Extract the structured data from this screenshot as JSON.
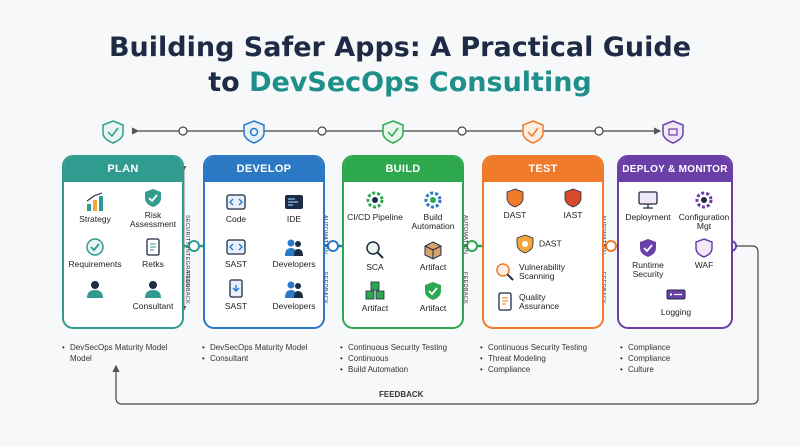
{
  "title": {
    "line1": "Building Safer Apps: A Practical Guide",
    "line2_prefix": "to ",
    "line2_accent": "DevSecOps Consulting"
  },
  "colors": {
    "plan": "#2f9c8f",
    "develop": "#2b79c4",
    "build": "#2ea84f",
    "test": "#ef7a2a",
    "deploy": "#6b3fa8",
    "navy": "#1d2b45"
  },
  "stages": [
    {
      "label": "PLAN",
      "items": [
        "Strategy",
        "Risk Assessment",
        "Requirements",
        "Retks",
        "",
        "Consultant"
      ],
      "icons": [
        "chart-icon",
        "shield-check-icon",
        "checklist-icon",
        "clipboard-icon",
        "person-icon",
        "person-icon"
      ],
      "bullets": [
        "DevSecOps Maturity Model Model"
      ]
    },
    {
      "label": "DEVELOP",
      "items": [
        "Code",
        "IDE",
        "SAST",
        "Developers",
        "SAST",
        "Developers"
      ],
      "icons": [
        "code-icon",
        "ide-icon",
        "code-icon",
        "people-icon",
        "document-icon",
        "people-icon"
      ],
      "bullets": [
        "DevSecOps Maturity Model",
        "Consultant"
      ]
    },
    {
      "label": "BUILD",
      "items": [
        "CI/CD Pipeline",
        "Build Automation",
        "SCA",
        "Artifact",
        "Artifact",
        "Artifact"
      ],
      "icons": [
        "gear-icon",
        "gear-icon",
        "magnifier-icon",
        "box-icon",
        "cubes-icon",
        "shield-check-icon"
      ],
      "bullets": [
        "Continuous Security Testing",
        "Continuous",
        "Build Automation"
      ]
    },
    {
      "label": "TEST",
      "items": [
        "DAST",
        "IAST",
        "DAST",
        "Vulnerability Scanning",
        "Quality Assurance"
      ],
      "icons": [
        "shield-icon",
        "shield-icon",
        "shield-gear-icon",
        "magnifier-icon",
        "document-icon"
      ],
      "bullets": [
        "Continuous Security Testing",
        "Threat Modeling",
        "Compliance"
      ]
    },
    {
      "label": "DEPLOY & MONITOR",
      "items": [
        "Deployment",
        "Configuration Mgt",
        "Runtime Security",
        "WAF",
        "Logging"
      ],
      "icons": [
        "monitor-icon",
        "gear-icon",
        "shield-icon",
        "shield-icon",
        "server-icon"
      ],
      "bullets": [
        "Compliance",
        "Compliance",
        "Culture"
      ]
    }
  ],
  "side_labels": [
    "SECURITY INTEGRATION",
    "FEEDBACK",
    "AUTOMATION",
    "FEEDBACK",
    "AUTOMATION",
    "FEEDBACK",
    "AUTOMATION",
    "FEEDBACK"
  ],
  "feedback_label": "FEEDBACK"
}
